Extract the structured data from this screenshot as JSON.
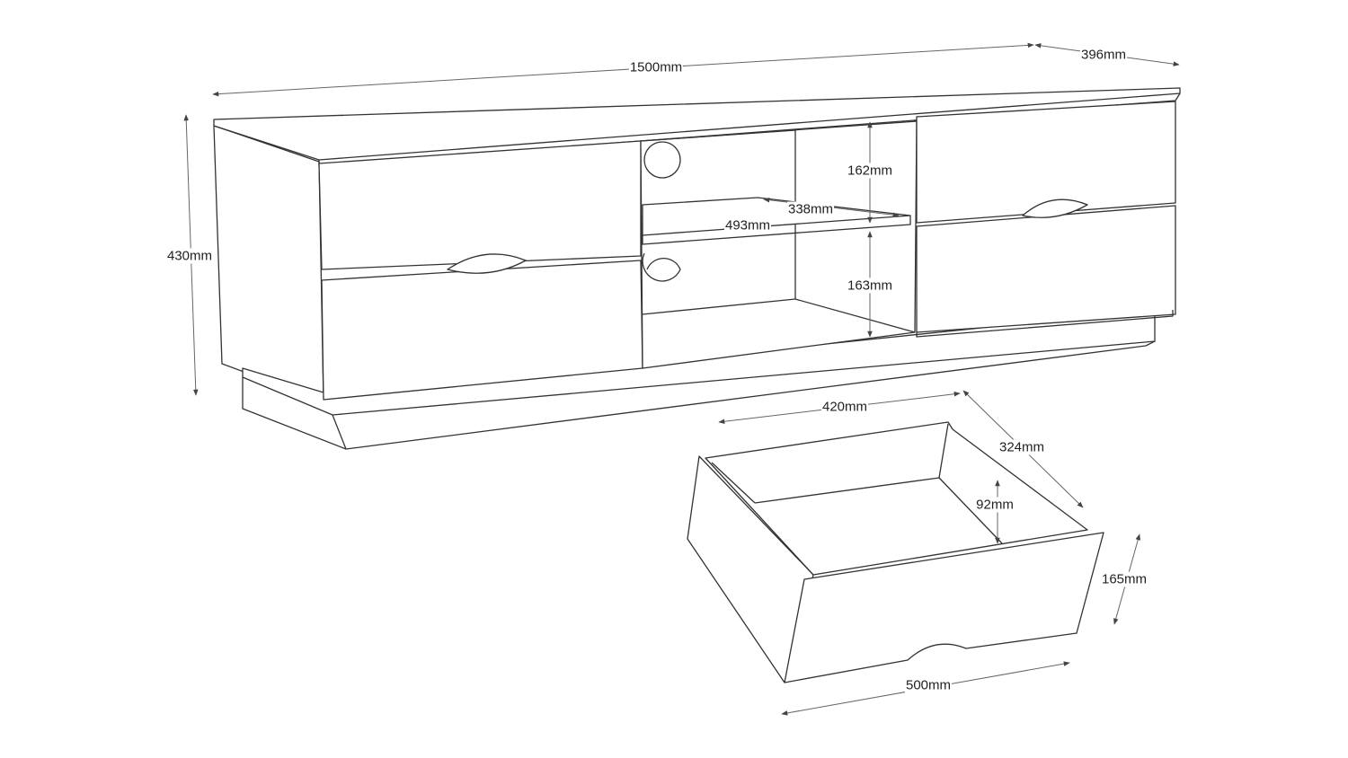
{
  "dimensions": {
    "overall_width": "1500mm",
    "overall_depth": "396mm",
    "overall_height": "430mm",
    "upper_compartment_height": "162mm",
    "shelf_depth": "338mm",
    "shelf_width": "493mm",
    "lower_compartment_height": "163mm",
    "drawer_inner_width": "420mm",
    "drawer_inner_depth": "324mm",
    "drawer_inner_height": "92mm",
    "drawer_front_height": "165mm",
    "drawer_front_width": "500mm"
  }
}
